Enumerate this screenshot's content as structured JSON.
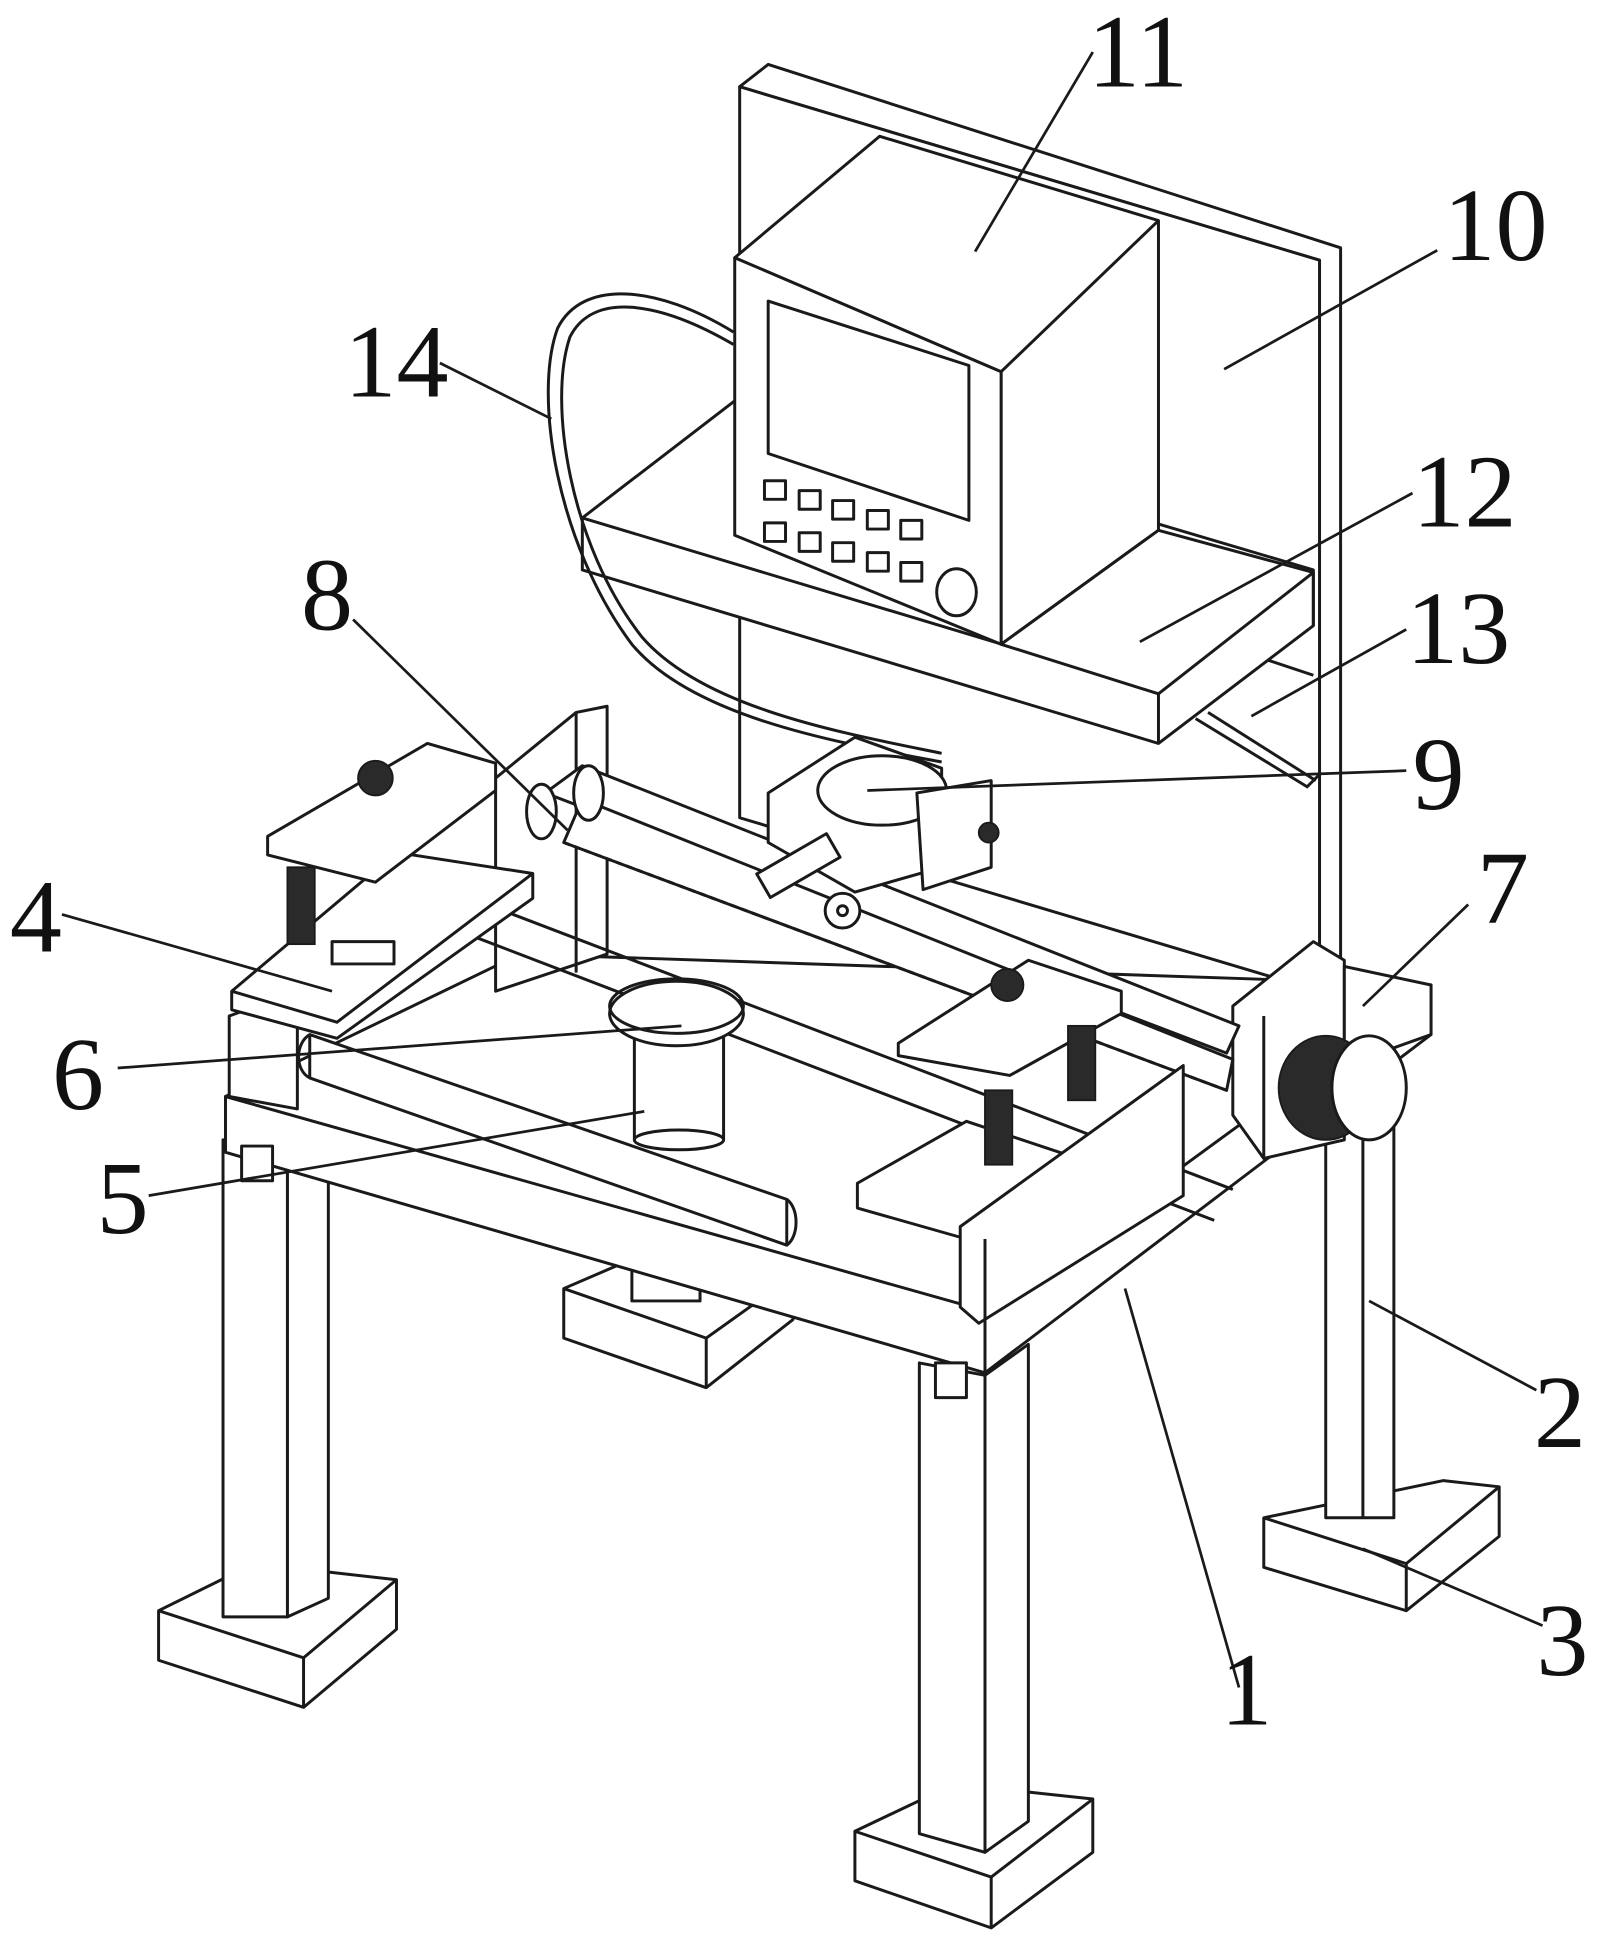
{
  "figure": {
    "type": "patent line drawing",
    "line_color": "#1a1a1a",
    "background": "#ffffff"
  },
  "labels": [
    {
      "id": "1",
      "text": "1",
      "part": "table-frame"
    },
    {
      "id": "2",
      "text": "2",
      "part": "leg"
    },
    {
      "id": "3",
      "text": "3",
      "part": "foot-pad"
    },
    {
      "id": "4",
      "text": "4",
      "part": "clamp-plate"
    },
    {
      "id": "5",
      "text": "5",
      "part": "cylinder-body"
    },
    {
      "id": "6",
      "text": "6",
      "part": "cylinder-cap"
    },
    {
      "id": "7",
      "text": "7",
      "part": "rail-support-block"
    },
    {
      "id": "8",
      "text": "8",
      "part": "guide-rod"
    },
    {
      "id": "9",
      "text": "9",
      "part": "sliding-carriage"
    },
    {
      "id": "10",
      "text": "10",
      "part": "back-panel"
    },
    {
      "id": "11",
      "text": "11",
      "part": "control-box"
    },
    {
      "id": "12",
      "text": "12",
      "part": "shelf"
    },
    {
      "id": "13",
      "text": "13",
      "part": "shelf-brace"
    },
    {
      "id": "14",
      "text": "14",
      "part": "cable"
    }
  ]
}
